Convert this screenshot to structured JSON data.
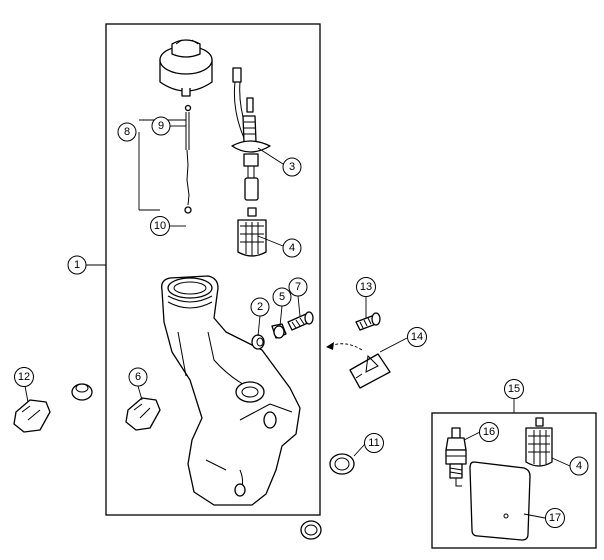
{
  "diagram": {
    "callouts": [
      {
        "id": "c1",
        "label": "1"
      },
      {
        "id": "c2",
        "label": "2"
      },
      {
        "id": "c3",
        "label": "3"
      },
      {
        "id": "c4a",
        "label": "4"
      },
      {
        "id": "c4b",
        "label": "4"
      },
      {
        "id": "c5",
        "label": "5"
      },
      {
        "id": "c6",
        "label": "6"
      },
      {
        "id": "c7",
        "label": "7"
      },
      {
        "id": "c8",
        "label": "8"
      },
      {
        "id": "c9",
        "label": "9"
      },
      {
        "id": "c10",
        "label": "10"
      },
      {
        "id": "c11",
        "label": "11"
      },
      {
        "id": "c12",
        "label": "12"
      },
      {
        "id": "c13",
        "label": "13"
      },
      {
        "id": "c14",
        "label": "14"
      },
      {
        "id": "c15",
        "label": "15"
      },
      {
        "id": "c16",
        "label": "16"
      },
      {
        "id": "c17",
        "label": "17"
      }
    ]
  }
}
